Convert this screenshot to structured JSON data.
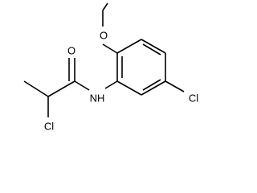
{
  "molecule": {
    "atoms": {
      "oxygen_methoxy": "O",
      "oxygen_carbonyl": "O",
      "amide_nh": "NH",
      "chlorine_ring": "Cl",
      "chlorine_chain": "Cl"
    },
    "colors": {
      "bond": "#000000",
      "label": "#000000",
      "background": "#ffffff"
    }
  }
}
